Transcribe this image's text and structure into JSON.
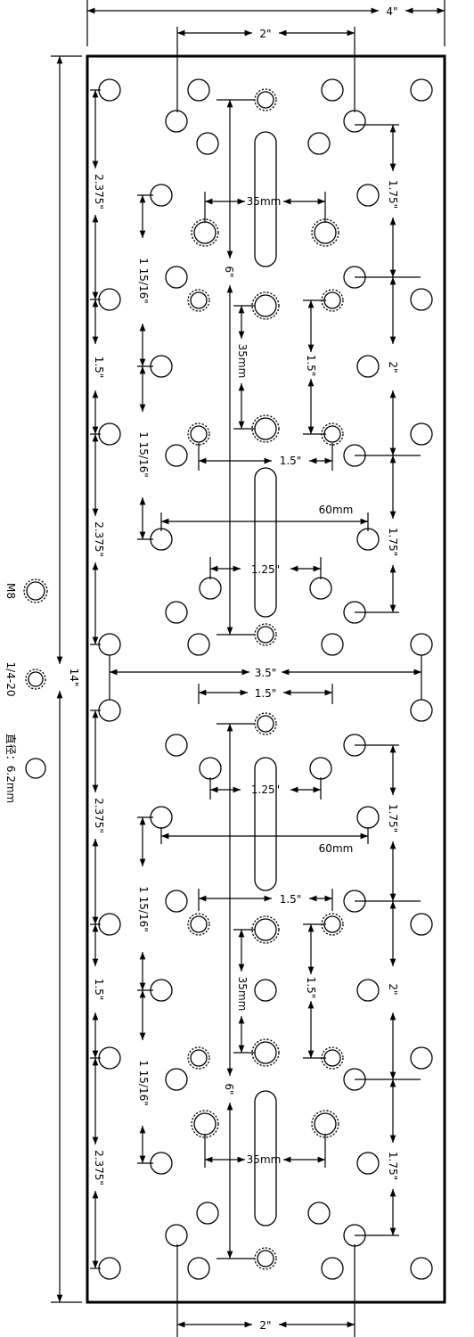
{
  "dimensions": {
    "overall_width": "4\"",
    "overall_height": "14\"",
    "top_inner": "2\"",
    "bottom_inner": "2\"",
    "left_2375": "2.375\"",
    "left_15": "1.5\"",
    "left_11516": "1 15/16\"",
    "right_175": "1.75\"",
    "right_2": "2\"",
    "right_15": "1.5\"",
    "six": "6\"",
    "mm35": "35mm",
    "mm60": "60mm",
    "in15": "1.5\"",
    "in125": "1.25\"",
    "in35": "3.5\""
  },
  "legend": {
    "m8_label": "M8",
    "quarter20_label": "1/4-20",
    "diameter_label": "直径：6.2mm"
  },
  "symbols": {
    "m8": "dashed-ring-large",
    "quarter20": "dashed-ring-small",
    "plain": "solid-circle"
  }
}
